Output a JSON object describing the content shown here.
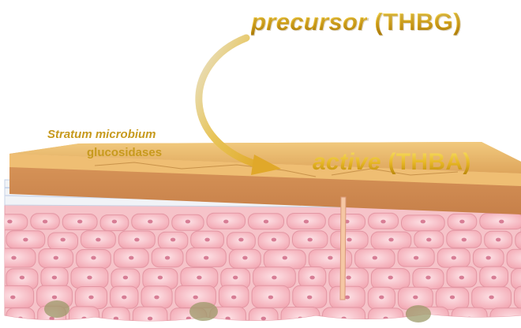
{
  "labels": {
    "precursor_word": "precursor",
    "precursor_abbr": "(THBG)",
    "active_word": "active",
    "active_abbr": "(THBA)",
    "stratum_title": "Stratum microbium",
    "stratum_sub": "glucosidases"
  },
  "colors": {
    "label_gold": "#e5b423",
    "stratum_layer": "#e7b062",
    "skin_cells": "#f4b4bd",
    "arrow": "#e0b83a"
  },
  "icons": [
    "curved-arrow"
  ]
}
